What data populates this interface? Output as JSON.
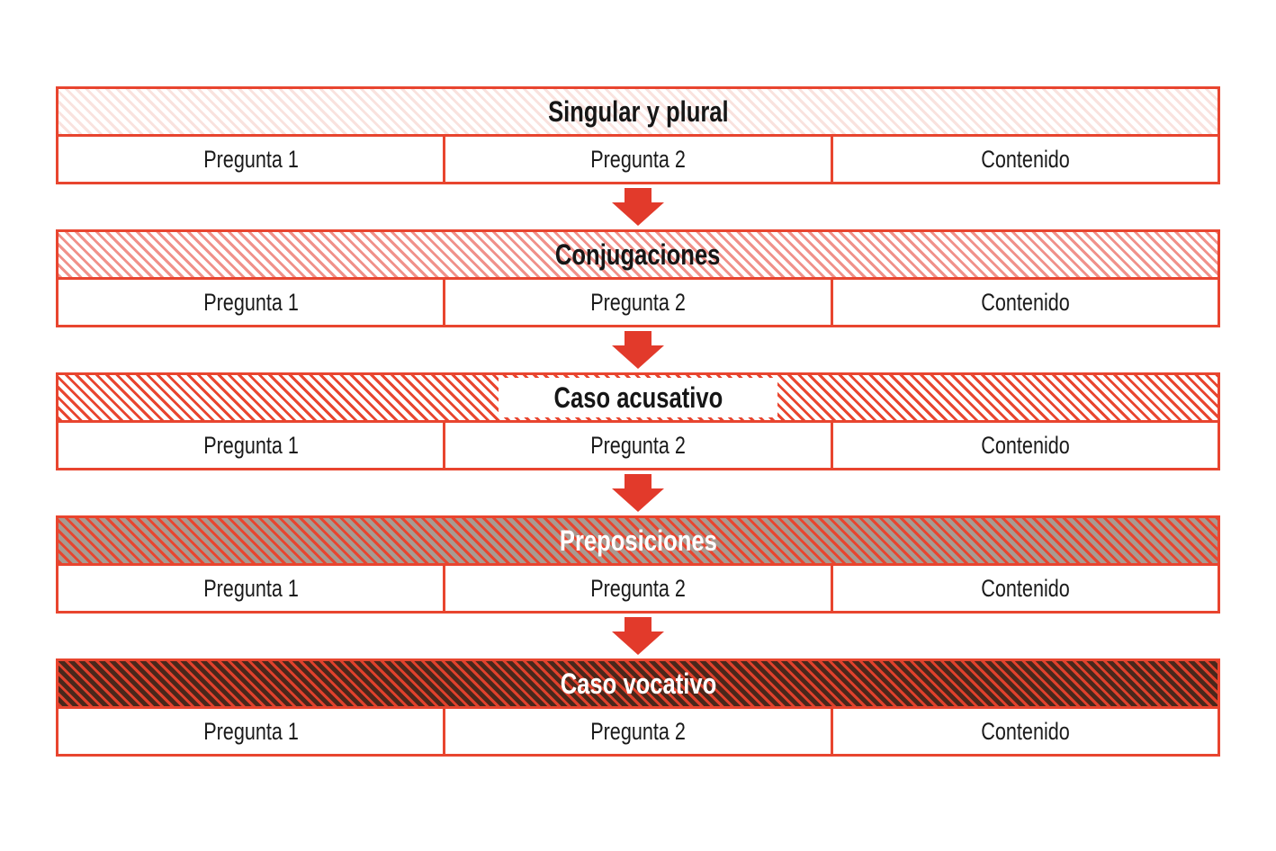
{
  "diagram": {
    "type": "course-flow",
    "colors": {
      "border": "#e8452f",
      "arrow": "#e23a2b",
      "cell_text": "#1a1a1a"
    },
    "arrow_icon": "down-arrow",
    "sections": [
      {
        "title": "Singular y plural",
        "title_color": "#161616",
        "stripe_color": "#f9e2de",
        "base_color": "#ffffff",
        "cells": [
          "Pregunta 1",
          "Pregunta 2",
          "Contenido"
        ]
      },
      {
        "title": "Conjugaciones",
        "title_color": "#161616",
        "stripe_color": "#f0918a",
        "base_color": "#ffffff",
        "cells": [
          "Pregunta 1",
          "Pregunta 2",
          "Contenido"
        ]
      },
      {
        "title": "Caso acusativo",
        "title_color": "#161616",
        "stripe_color": "#e8452f",
        "base_color": "#ffffff",
        "cells": [
          "Pregunta 1",
          "Pregunta 2",
          "Contenido"
        ]
      },
      {
        "title": "Preposiciones",
        "title_color": "#ffffff",
        "stripe_color": "#e8452f",
        "base_color": "#a89a91",
        "cells": [
          "Pregunta 1",
          "Pregunta 2",
          "Contenido"
        ]
      },
      {
        "title": "Caso vocativo",
        "title_color": "#ffffff",
        "stripe_color": "#e0412c",
        "base_color": "#4a271b",
        "cells": [
          "Pregunta 1",
          "Pregunta 2",
          "Contenido"
        ]
      }
    ]
  }
}
